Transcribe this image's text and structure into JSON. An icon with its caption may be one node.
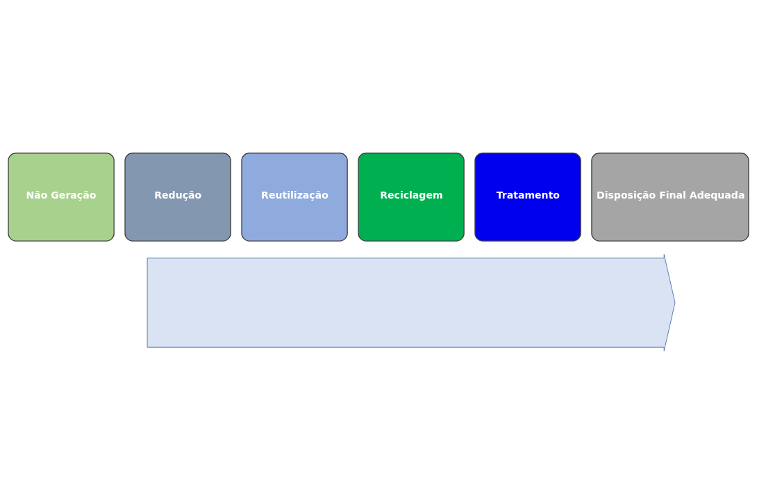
{
  "diagram": {
    "nodes": [
      {
        "text": [],
        "shape": "arrow"
      },
      {
        "text": [
          "Não Geração"
        ]
      },
      {
        "text": [
          "Redução"
        ]
      },
      {
        "text": [
          "Reutilização"
        ]
      },
      {
        "text": [
          "Reciclagem"
        ]
      },
      {
        "text": [
          "Tratamento"
        ]
      },
      {
        "text": [
          "Disposição Final Adequada"
        ]
      }
    ],
    "edges": []
  }
}
